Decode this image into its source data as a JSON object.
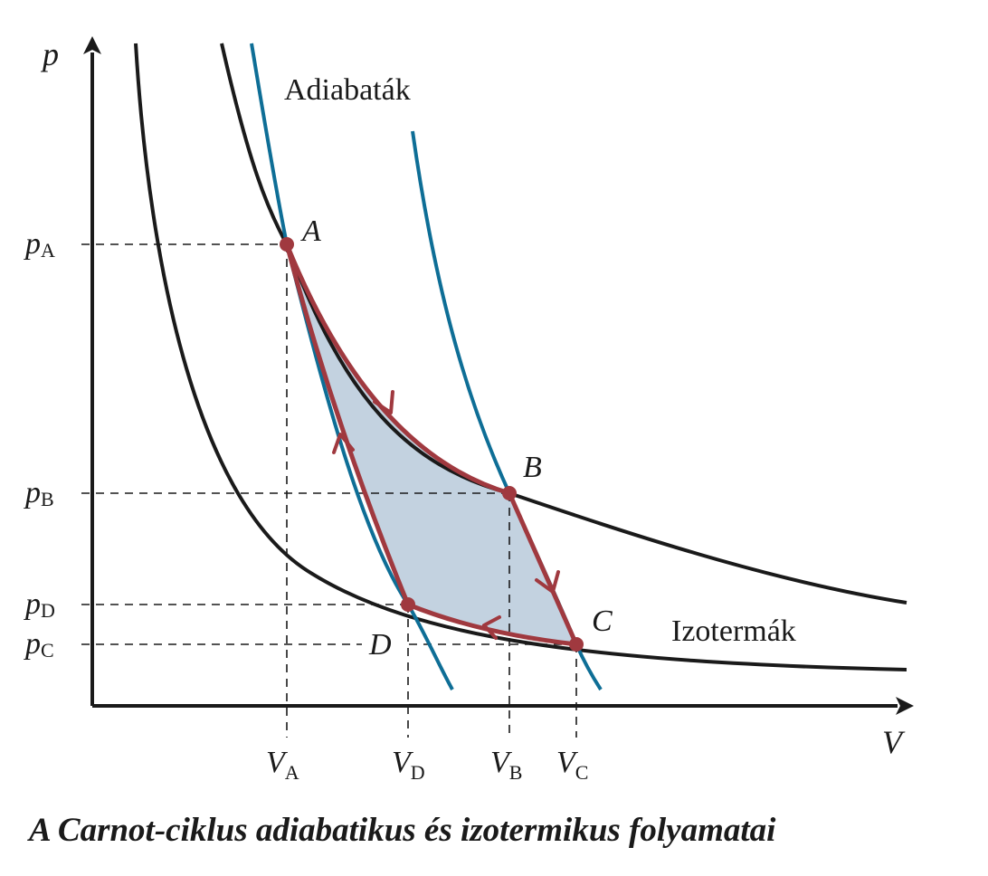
{
  "axes": {
    "y_label": "p",
    "x_label": "V"
  },
  "curve_labels": {
    "adiabats": "Adiabaták",
    "isotherms": "Izotermák"
  },
  "points": {
    "A": "A",
    "B": "B",
    "C": "C",
    "D": "D"
  },
  "pressure_ticks": [
    {
      "base": "p",
      "sub": "A"
    },
    {
      "base": "p",
      "sub": "B"
    },
    {
      "base": "p",
      "sub": "D"
    },
    {
      "base": "p",
      "sub": "C"
    }
  ],
  "volume_ticks": [
    {
      "base": "V",
      "sub": "A"
    },
    {
      "base": "V",
      "sub": "D"
    },
    {
      "base": "V",
      "sub": "B"
    },
    {
      "base": "V",
      "sub": "C"
    }
  ],
  "caption": "A Carnot-ciklus adiabatikus és izotermikus folyamatai",
  "colors": {
    "isotherm": "#1a1a1a",
    "adiabat": "#0e6e96",
    "cycle": "#a0393f",
    "fill": "#c3d2e0",
    "axis": "#1a1a1a"
  }
}
